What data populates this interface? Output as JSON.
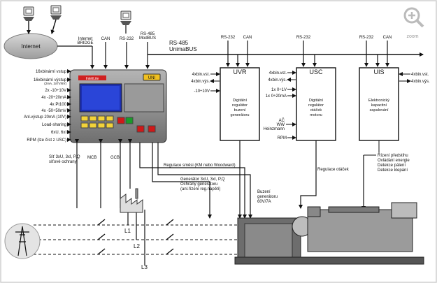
{
  "internet": {
    "label": "Internet",
    "bridge_line1": "Internet",
    "bridge_line2": "BRIDGE"
  },
  "top_ports": {
    "can": "CAN",
    "rs232": "RS-232",
    "rs485_1": "RS-485",
    "rs485_2": "ModBUS"
  },
  "bus": {
    "line1": "RS-485",
    "line2": "UnimaBUS"
  },
  "controller": {
    "brand": "InteliLite",
    "model": "UNI"
  },
  "left_inputs": [
    "16xbinární vstup",
    "16xbinární výstup",
    "(2mA, 3x7V/8V)",
    "2x -10÷10V",
    "4x -20÷20mA",
    "4x Pt100",
    "4x -50÷50mV",
    "Anl.výstup 20mA (10V)",
    "Load-sharing",
    "6xU, 6xI",
    "RPM (lze číst z USC)"
  ],
  "uvr": {
    "rs232": "RS-232",
    "can": "CAN",
    "title": "UVR",
    "body": [
      "Digitální",
      "regulátor",
      "buzení",
      "generátoru"
    ],
    "inputs": [
      "4xbin.vst.",
      "4xbin.výs.",
      "-10÷10V"
    ]
  },
  "usc": {
    "rs232": "RS-232",
    "title": "USC",
    "body": [
      "Digitální",
      "regulátor",
      "otáček",
      "motoru"
    ],
    "inputs": [
      "4xbin.vst.",
      "4xbin.výs.",
      "1x 0÷1V",
      "1x 0÷20mA",
      "AČ",
      "WW",
      "Heinzmann",
      "RPM"
    ],
    "bottom": "Regulace otáček"
  },
  "uis": {
    "rs232": "RS-232",
    "can": "CAN",
    "title": "UIS",
    "body": [
      "Elektronický",
      "kapacitní",
      "zapalování"
    ],
    "right": [
      "4xbin.vst.",
      "4xbin.výs."
    ],
    "bottom": [
      "Řízení předstihu",
      "Ovládání energie",
      "Detekce pálení",
      "Detekce klepání"
    ]
  },
  "lower": {
    "site": [
      "Síť 3xU, 3xI, P,Q",
      "síťové ochrany"
    ],
    "mcb": "MCB",
    "gcb": "GCB",
    "mix": "Regulace směsi (KM nebo Woodward)",
    "gen": [
      "Generátor 3xU, 3xI, P,Q",
      "Ochrany generátoru",
      "(anl.řízení reg.napětí)"
    ],
    "exc": [
      "Buzení",
      "generátoru",
      "60V/7A"
    ],
    "phases": [
      "L1",
      "L2",
      "L3"
    ]
  },
  "zoom": {
    "label": "zoom"
  }
}
